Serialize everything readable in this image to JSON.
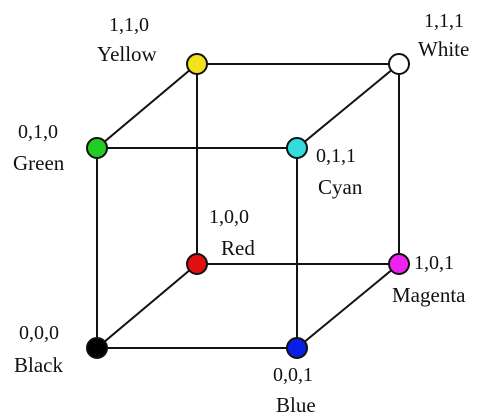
{
  "diagram": {
    "vertices": [
      {
        "id": "black",
        "code": "0,0,0",
        "name": "Black",
        "color": "#000000"
      },
      {
        "id": "blue",
        "code": "0,0,1",
        "name": "Blue",
        "color": "#0a1fe6"
      },
      {
        "id": "green",
        "code": "0,1,0",
        "name": "Green",
        "color": "#22cc22"
      },
      {
        "id": "cyan",
        "code": "0,1,1",
        "name": "Cyan",
        "color": "#33dddd"
      },
      {
        "id": "red",
        "code": "1,0,0",
        "name": "Red",
        "color": "#e01010"
      },
      {
        "id": "magenta",
        "code": "1,0,1",
        "name": "Magenta",
        "color": "#ee22ee"
      },
      {
        "id": "yellow",
        "code": "1,1,0",
        "name": "Yellow",
        "color": "#f2e21a"
      },
      {
        "id": "white",
        "code": "1,1,1",
        "name": "White",
        "color": "#ffffff"
      }
    ],
    "edges": [
      [
        "yellow",
        "white"
      ],
      [
        "yellow",
        "green"
      ],
      [
        "white",
        "cyan"
      ],
      [
        "green",
        "cyan"
      ],
      [
        "red",
        "magenta"
      ],
      [
        "red",
        "black"
      ],
      [
        "magenta",
        "blue"
      ],
      [
        "black",
        "blue"
      ],
      [
        "yellow",
        "red"
      ],
      [
        "white",
        "magenta"
      ],
      [
        "green",
        "black"
      ],
      [
        "cyan",
        "blue"
      ]
    ]
  }
}
